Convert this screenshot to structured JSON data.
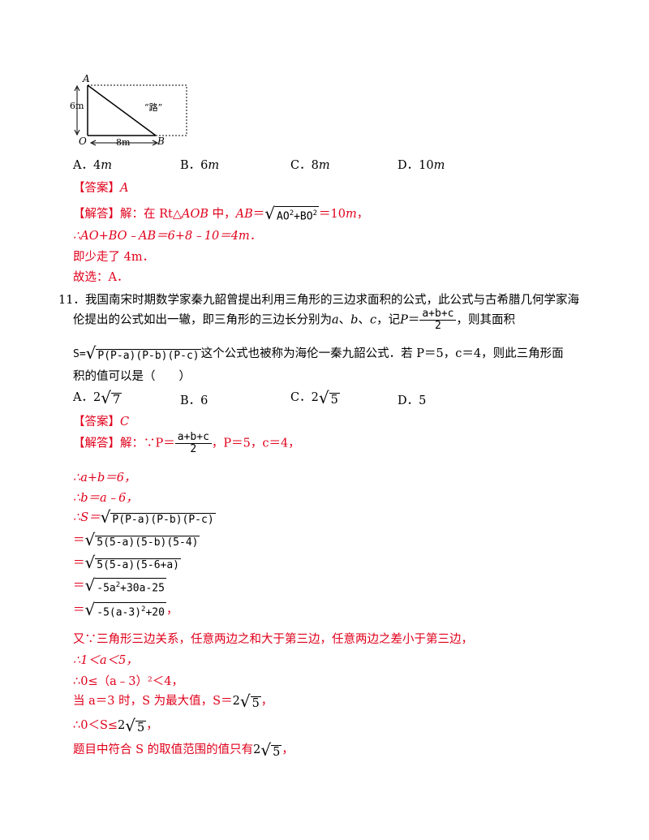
{
  "figure": {
    "label_a": "A",
    "label_o": "O",
    "label_b": "B",
    "label_6m": "6m",
    "label_8m": "8m",
    "label_road": "“路”"
  },
  "q10_options": {
    "a": "A．4",
    "a_unit": "m",
    "b": "B．6",
    "b_unit": "m",
    "c": "C．8",
    "c_unit": "m",
    "d": "D．10",
    "d_unit": "m"
  },
  "q10_answer": {
    "tag": "【答案】",
    "value": "A",
    "analysis_tag": "【解答】",
    "line1_pre": "解：在 Rt△",
    "line1_tri": "AOB",
    "line1_mid": " 中，",
    "line1_ab": "AB",
    "line1_eq": "＝",
    "line1_rad": "AO",
    "line1_plus": "+BO",
    "line1_sup": "2",
    "line1_res": "＝10",
    "line1_unit": "m",
    "line1_end": "，",
    "line2": "∴AO+BO﹣AB＝6+8﹣10＝4m．",
    "line3": "即少走了 4m．",
    "line4": "故选：A．"
  },
  "q11": {
    "number": "11．",
    "line1": "我国南宋时期数学家秦九韶曾提出利用三角形的三边求面积的公式，此公式与古希腊几何学家海",
    "line2_pre": "伦提出的公式如出一辙，即三角形的三边长分别为",
    "line2_a": "a",
    "line2_sep1": "、",
    "line2_b": "b",
    "line2_sep2": "、",
    "line2_c": "c",
    "line2_mid": "，记",
    "line2_p": "P",
    "line2_eq": "＝",
    "frac_num": "a+b+c",
    "frac_den": "2",
    "line2_end": "，则其面积",
    "line3_s": "S=",
    "line3_rad": "P(P-a)(P-b)(P-c)",
    "line3_text": "这个公式也被称为海伦一秦九韶公式．若 P＝5，c＝4，则此三角形面",
    "line4": "积的值可以是（　　）",
    "opt_a": "A．",
    "opt_a_val": "2",
    "opt_a_rad": "7",
    "opt_b": "B．6",
    "opt_c": "C．",
    "opt_c_val": "2",
    "opt_c_rad": "5",
    "opt_d": "D．5"
  },
  "q11_answer": {
    "tag": "【答案】",
    "value": "C",
    "analysis_tag": "【解答】",
    "s1_pre": "解：∵P＝",
    "s1_post": "，P＝5，c＝4，",
    "s2": "∴a+b＝6，",
    "s3": "∴b＝a﹣6，",
    "s4_pre": "∴S＝",
    "s4_rad": "P(P-a)(P-b)(P-c)",
    "s5_pre": "＝",
    "s5_rad": "5(5-a)(5-b)(5-4)",
    "s6_pre": "＝",
    "s6_rad": "5(5-a)(5-6+a)",
    "s7_pre": "＝",
    "s7_rad_a": "-5a",
    "s7_sup": "2",
    "s7_rad_b": "+30a-25",
    "s8_pre": "＝",
    "s8_rad_a": "-5(a-3)",
    "s8_sup": "2",
    "s8_rad_b": "+20",
    "s8_end": "，",
    "s9": "又∵三角形三边关系，任意两边之和大于第三边，任意两边之差小于第三边，",
    "s10": "∴1＜a＜5，",
    "s11": "∴0≤（a﹣3）²＜4，",
    "s12_pre": "当 a＝3 时，S 为最大值，S＝",
    "s12_val": "2",
    "s12_rad": "5",
    "s12_end": "，",
    "s13_pre": "∴0＜S≤",
    "s13_val": "2",
    "s13_rad": "5",
    "s13_end": "，",
    "s14_pre": "题目中符合 S 的取值范围的值只有",
    "s14_val": "2",
    "s14_rad": "5",
    "s14_end": "，"
  }
}
